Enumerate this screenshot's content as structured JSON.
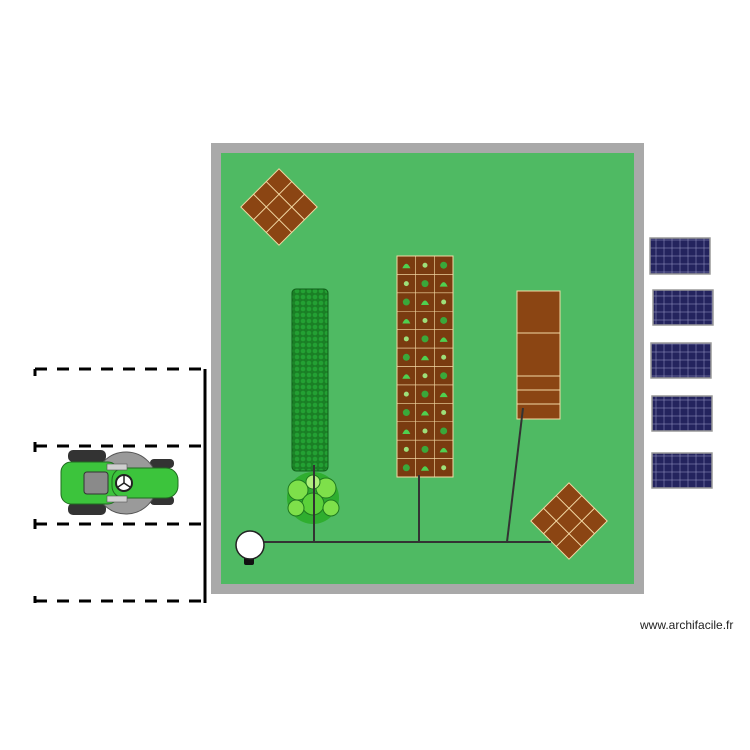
{
  "watermark": "www.archifacile.fr",
  "colors": {
    "wall": "#a9a9a9",
    "lawn": "#4fba63",
    "soil": "#8b4513",
    "hedge": "#1e8c2a",
    "bed": "#7a3b10",
    "solar": "#2a2a6a",
    "pipe": "#333333",
    "mower": "#3cc43c"
  },
  "elements": {
    "garden": "garden-lawn",
    "planters": [
      "square-planter-top-left",
      "square-planter-bottom-right"
    ],
    "vegetable_bed": "vegetable-bed",
    "soil_bed": "soil-bed",
    "hedge": "hedge",
    "shrub": "shrub",
    "water_tap": "water-tap",
    "solar_panels": 5,
    "parking": "parking-spaces",
    "vehicle": "riding-mower"
  }
}
